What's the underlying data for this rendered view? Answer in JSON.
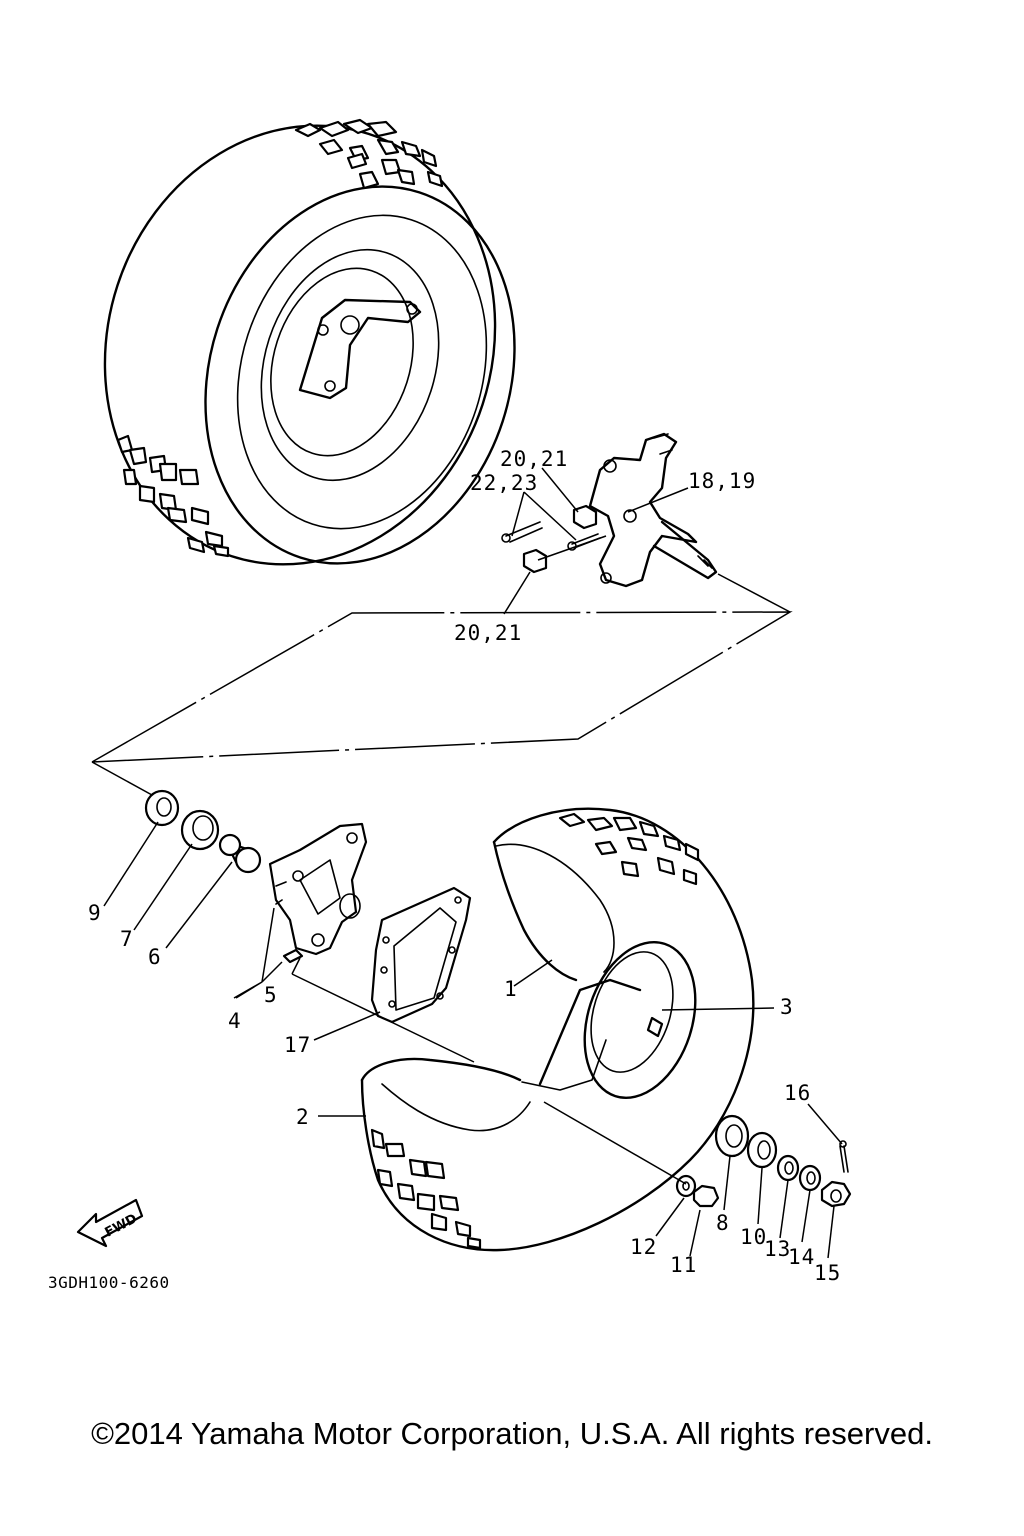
{
  "diagram": {
    "callouts": {
      "c1": "1",
      "c2": "2",
      "c3": "3",
      "c4": "4",
      "c5": "5",
      "c6": "6",
      "c7": "7",
      "c8": "8",
      "c9": "9",
      "c10": "10",
      "c11": "11",
      "c12": "12",
      "c13": "13",
      "c14": "14",
      "c15": "15",
      "c16": "16",
      "c17": "17",
      "c18_19": "18,19",
      "c20_21_top": "20,21",
      "c22_23": "22,23",
      "c20_21_bottom": "20,21"
    },
    "fwd_label": "FWD",
    "diagram_code": "3GDH100-6260"
  },
  "footer": {
    "copyright": "©2014 Yamaha Motor Corporation, U.S.A. All rights reserved."
  }
}
